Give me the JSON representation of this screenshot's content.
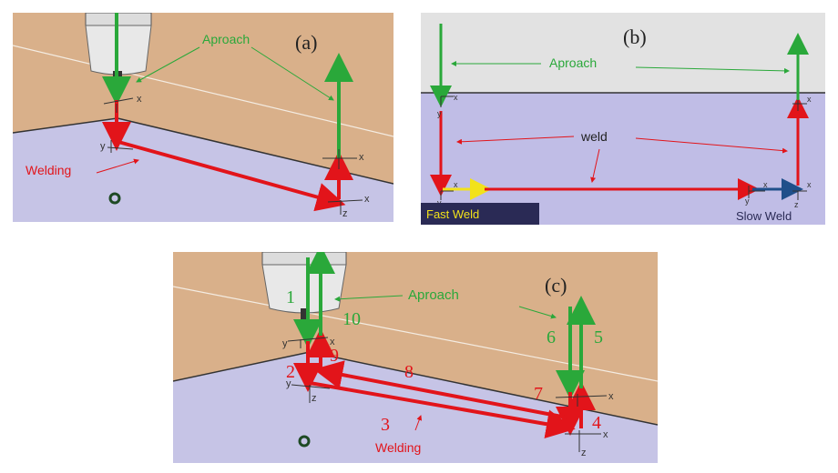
{
  "panel_a": {
    "tag": "(a)",
    "approach_label": "Aproach",
    "welding_label": "Welding",
    "axis_x": "x",
    "axis_y": "y",
    "axis_z": "z"
  },
  "panel_b": {
    "tag": "(b)",
    "approach_label": "Aproach",
    "weld_label": "weld",
    "fast_weld_label": "Fast Weld",
    "slow_weld_label": "Slow Weld",
    "axis_x": "x",
    "axis_y": "y",
    "axis_z": "z"
  },
  "panel_c": {
    "tag": "(c)",
    "approach_label": "Aproach",
    "welding_label": "Welding",
    "steps": [
      "1",
      "2",
      "3",
      "4",
      "5",
      "6",
      "7",
      "8",
      "9",
      "10"
    ],
    "axis_x": "x",
    "axis_y": "y",
    "axis_z": "z"
  },
  "colors": {
    "wall": "#d9b08a",
    "floor": "#c6c4e6",
    "panel_b_top": "#e2e2e2",
    "panel_b_floor": "#c0bde6",
    "approach": "#2aa83a",
    "weld": "#e2141a",
    "fast": "#f2e21a",
    "slow": "#1f4f8a",
    "fast_box": "#2a2a55"
  }
}
